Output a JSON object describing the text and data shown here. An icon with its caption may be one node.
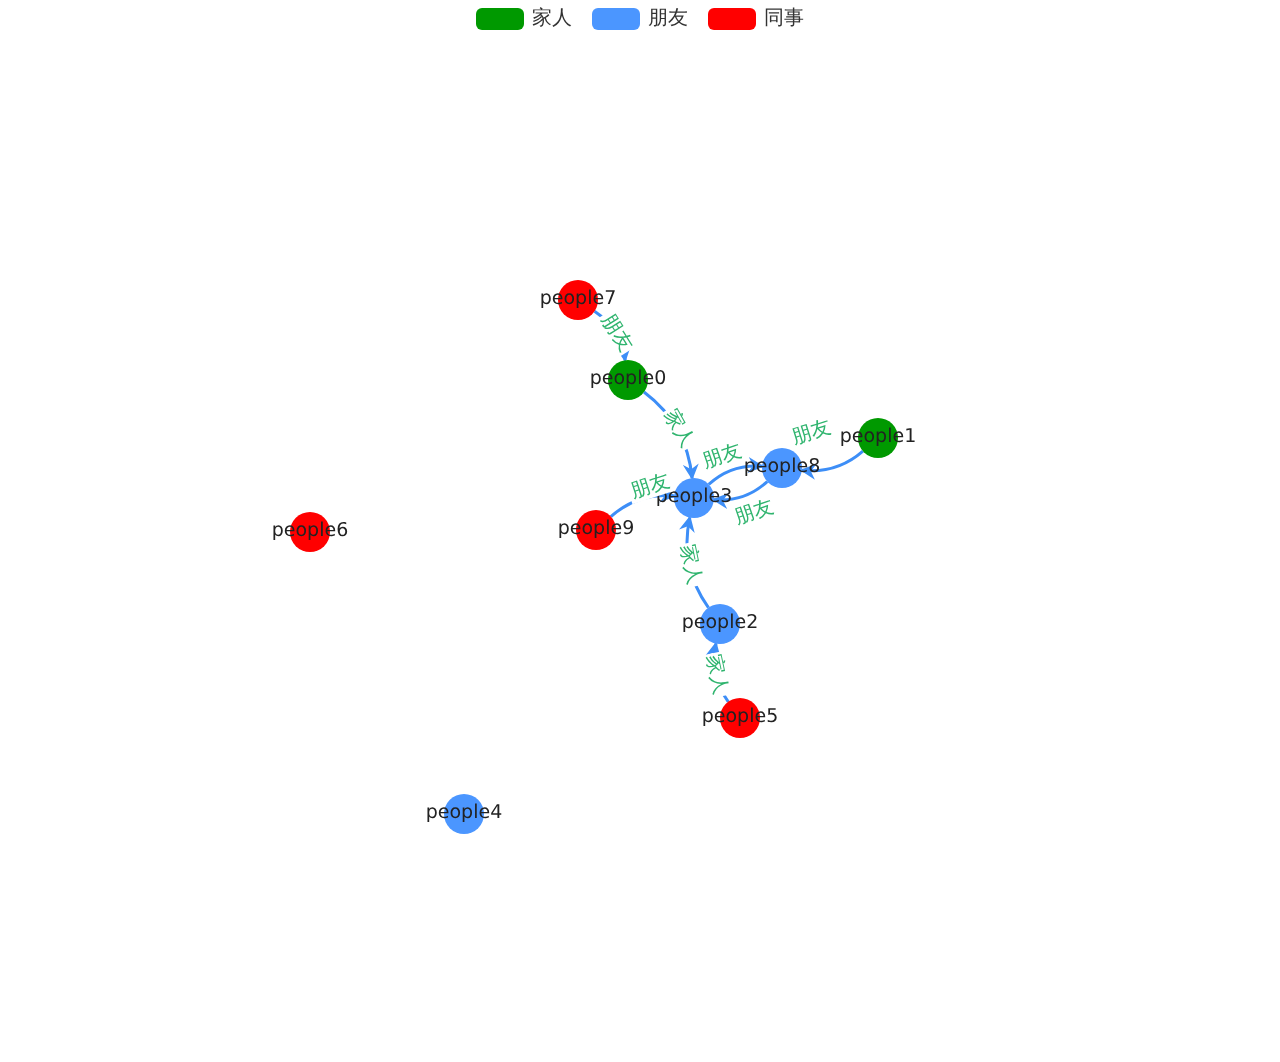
{
  "diagram": {
    "nodes": [
      {
        "text": [
          "people7"
        ]
      },
      {
        "text": [
          "people0"
        ]
      },
      {
        "text": [
          "people1"
        ]
      },
      {
        "text": [
          "people8"
        ]
      },
      {
        "text": [
          "people3"
        ]
      },
      {
        "text": [
          "people9"
        ]
      },
      {
        "text": [
          "people6"
        ]
      },
      {
        "text": [
          "people2"
        ]
      },
      {
        "text": [
          "people5"
        ]
      },
      {
        "text": [
          "people4"
        ]
      }
    ],
    "edges": [
      {
        "from": 0,
        "to": 1,
        "label": "朋友",
        "arrow": "to"
      },
      {
        "from": 1,
        "to": 4,
        "label": "家人",
        "arrow": "to"
      },
      {
        "from": 4,
        "to": 3,
        "label": "朋友",
        "arrow": "to"
      },
      {
        "from": 3,
        "to": 4,
        "label": "朋友",
        "arrow": "to"
      },
      {
        "from": 2,
        "to": 3,
        "label": "朋友",
        "arrow": "to"
      },
      {
        "from": 5,
        "to": 4,
        "label": "朋友",
        "arrow": "to"
      },
      {
        "from": 7,
        "to": 4,
        "label": "家人",
        "arrow": "to"
      },
      {
        "from": 8,
        "to": 7,
        "label": "家人",
        "arrow": "to"
      }
    ],
    "legend": [
      {
        "text": "家人",
        "color": "#009900"
      },
      {
        "text": "朋友",
        "color": "#4b96ff"
      },
      {
        "text": "同事",
        "color": "#ff0000"
      }
    ]
  }
}
